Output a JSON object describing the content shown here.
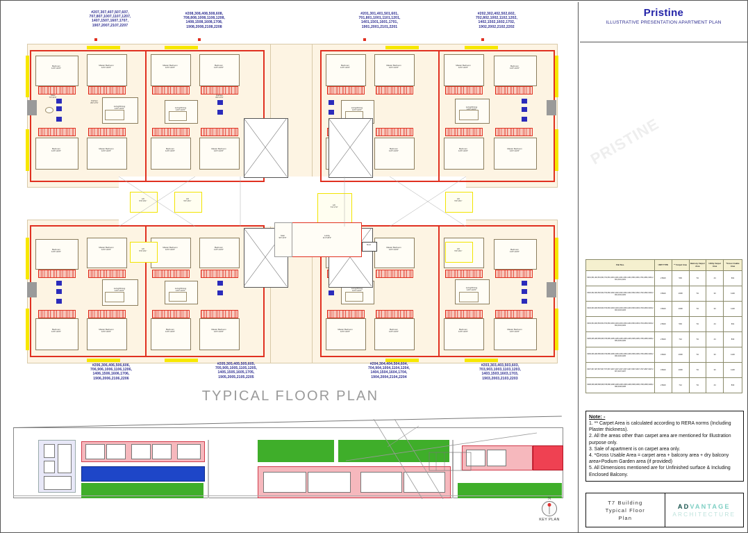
{
  "title_block": {
    "project_name": "Pristine",
    "subtitle": "ILLUSTRATIVE PRESENTATION APARTMENT  PLAN",
    "sheet_name": "T7 Building\nTypical Floor\nPlan",
    "logo_line1_dark": "AD",
    "logo_line1_light": "VANTAGE",
    "logo_line2": "ARCHITECTURE"
  },
  "plan": {
    "title": "TYPICAL FLOOR PLAN",
    "key_plan_label": "KEY PLAN",
    "north_letter": "N",
    "core": {
      "lobby_label": "Lobby\n11'4\"x8'2\"",
      "lift_label_1": "Lift\n7'2\"x7'0\"",
      "lift_label_2": "Lift\n5'3\"x6'1\"",
      "lift_label_3": "Lift\n5'3\"x6'1\"",
      "lift_label_4": "Lift\n5'3\"x6'1\"",
      "lift_label_5": "Lift\n5'3\"x6'1\"",
      "stair_label": "Stair\n9'0\"x4'6\"",
      "duct_label": "Duct"
    },
    "rooms": {
      "bedroom": "Bedroom\n11'6\"x10'0\"",
      "master_bedroom": "Master Bedroom\n12'0\"x10'6\"",
      "living": "Living/Dining\n14'0\"x10'0\"",
      "kitchen": "Kitchen\n8'0\"x7'6\"",
      "toilet": "Toilet\n7'0\"x4'0\"",
      "balcony": "Balcony",
      "dry_balcony": "Dry Balcony",
      "dining": "Dining"
    },
    "unit_labels_top": [
      "#207,307,407,507,607,\n707,807,1007,1107,1207,\n1407,1507,1607,1707,\n1907,2007,2107,2207",
      "#208,308,408,508,608,\n708,808,1008,1108,1208,\n1408,1508,1608,1708,\n1908,2008,2108,2208",
      "#201,301,401,501,601,\n701,801,1001,1101,1201,\n1401,1501,1601,1701,\n1901,2001,2101,2201",
      "#202,302,402,502,602,\n702,802,1002,1102,1202,\n1402,1502,1602,1702,\n1902,2002,2102,2202"
    ],
    "unit_labels_bottom": [
      "#206,306,406,506,606,\n706,906,1006,1106,1206,\n1406,1506,1606,1706,\n1906,2006,2106,2206",
      "#205,305,405,505,605,\n705,905,1005,1105,1205,\n1405,1505,1605,1705,\n1905,2005,2105,2205",
      "#204,304,404,504,604,\n704,904,1004,1104,1204,\n1404,1504,1604,1704,\n1904,2004,2104,2204",
      "#203,303,403,503,603,\n703,903,1003,1103,1203,\n1403,1503,1603,1703,\n1903,2003,2103,2203"
    ]
  },
  "area_table": {
    "headers": [
      "Flat Nos.",
      "UNIT TYPE",
      "** Carpet Area",
      "Balcony Carpet Area",
      "Utility Carpet Area",
      "*Gross Usable Area"
    ],
    "rows": [
      {
        "flats": "#201,301,401,501,601,701,801,1001,1101,1201,1301,1401,1501,1601,1701,1801,1901,2001,2101,2201",
        "unit_type": "2 BHK",
        "carpet_area": "593",
        "balcony_carpet": "54",
        "utility_carpet": "44",
        "gross_usable": "691"
      },
      {
        "flats": "#202,302,402,502,602,702,802,1002,1102,1202,1302,1402,1502,1602,1702,1802,1902,2002,2102,2202",
        "unit_type": "3 BHK",
        "carpet_area": "1038",
        "balcony_carpet": "54",
        "utility_carpet": "33",
        "gross_usable": "1130"
      },
      {
        "flats": "#203,303,403,503,603,703,803,1003,1103,1203,1303,1403,1503,1603,1703,1803,1903,2003,2103,2203",
        "unit_type": "3 BHK",
        "carpet_area": "1038",
        "balcony_carpet": "54",
        "utility_carpet": "33",
        "gross_usable": "1130"
      },
      {
        "flats": "#204,304,404,504,604,704,804,1004,1104,1204,1304,1404,1504,1604,1704,1804,1904,2004,2104,2204",
        "unit_type": "2 BHK",
        "carpet_area": "593",
        "balcony_carpet": "54",
        "utility_carpet": "44",
        "gross_usable": "691"
      },
      {
        "flats": "#205,305,405,505,605,705,805,1005,1105,1205,1305,1405,1505,1605,1705,1805,1905,2005,2105,2205",
        "unit_type": "2 BHK",
        "carpet_area": "712",
        "balcony_carpet": "54",
        "utility_carpet": "44",
        "gross_usable": "830"
      },
      {
        "flats": "#206,306,406,506,606,706,806,1006,1106,1206,1306,1406,1506,1606,1706,1806,1906,2006,2106,2206",
        "unit_type": "3 BHK",
        "carpet_area": "1038",
        "balcony_carpet": "54",
        "utility_carpet": "33",
        "gross_usable": "1130"
      },
      {
        "flats": "#207,307,407,507,607,707,807,1007,1107,1207,1307,1407,1507,1607,1707,1807,1907,2007,2107,2207",
        "unit_type": "3 BHK",
        "carpet_area": "1038",
        "balcony_carpet": "54",
        "utility_carpet": "33",
        "gross_usable": "1130"
      },
      {
        "flats": "#208,308,408,508,608,708,808,1008,1108,1208,1308,1408,1508,1608,1708,1808,1908,2008,2108,2208",
        "unit_type": "2 BHK",
        "carpet_area": "712",
        "balcony_carpet": "54",
        "utility_carpet": "44",
        "gross_usable": "830"
      }
    ]
  },
  "notes": {
    "heading": "Note: -",
    "items": [
      "1. ** Carpet Area is calculated according to RERA norms (Including Plaster thickness).",
      "2. All the areas other than carpet area are mentioned for Illustration purpose only.",
      "3. Sale of apartment is on carpet area only.",
      "4. *Gross Usable Area = carpet area + balcony area + dry balcony area+Podium Garden area (if provided)",
      "5. All Dimensions mentioned are for Unfinished surface & Including Enclosed  Balcony."
    ]
  }
}
